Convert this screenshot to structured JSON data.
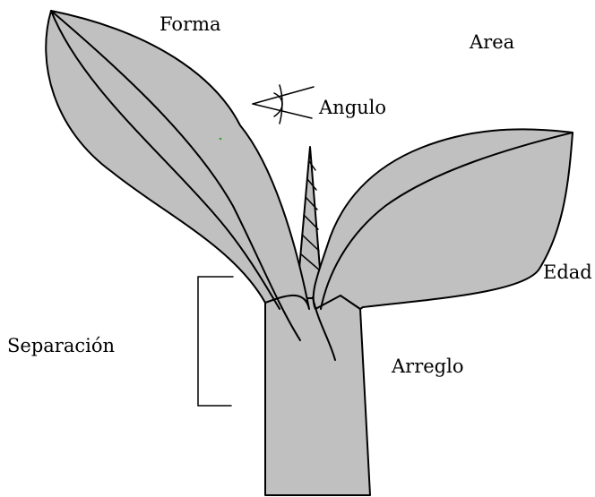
{
  "labels": {
    "forma": "Forma",
    "area": "Area",
    "angulo": "Angulo",
    "edad": "Edad",
    "separacion": "Separación",
    "arreglo": "Arreglo"
  },
  "colors": {
    "plant_fill": "#c0c0c0",
    "outline": "#000000",
    "background": "#ffffff"
  }
}
